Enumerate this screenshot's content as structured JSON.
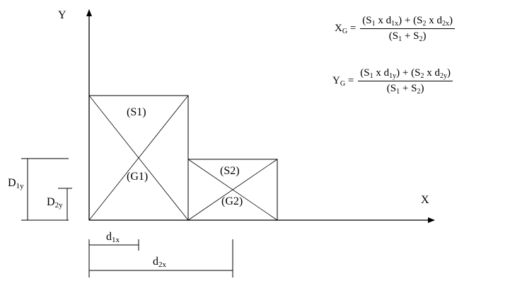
{
  "axes": {
    "x": "X",
    "y": "Y"
  },
  "areas": {
    "s1": "(S1)",
    "s2": "(S2)"
  },
  "centroids": {
    "g1": "(G1)",
    "g2": "(G2)"
  },
  "dimensions": {
    "d1x": {
      "base": "d",
      "sub": "1x"
    },
    "d2x": {
      "base": "d",
      "sub": "2x"
    },
    "d1y": {
      "base": "D",
      "sub": "1y"
    },
    "d2y": {
      "base": "D",
      "sub": "2y"
    }
  },
  "formulas": {
    "xg": {
      "lhs_base": "X",
      "lhs_sub": "G",
      "eq": "=",
      "num": {
        "p1": "(S",
        "s1": "1",
        "p2": " x d",
        "s2": "1x",
        "p3": ") + (S",
        "s3": "2",
        "p4": " x d",
        "s4": "2x",
        "p5": ")"
      },
      "den": {
        "p1": "(S",
        "s1": "1",
        "p2": " + S",
        "s2": "2",
        "p3": ")"
      }
    },
    "yg": {
      "lhs_base": "Y",
      "lhs_sub": "G",
      "eq": "=",
      "num": {
        "p1": "(S",
        "s1": "1",
        "p2": " x d",
        "s2": "1y",
        "p3": ") + (S",
        "s3": "2",
        "p4": " x d",
        "s4": "2y",
        "p5": ")"
      },
      "den": {
        "p1": "(S",
        "s1": "1",
        "p2": " + S",
        "s2": "2",
        "p3": ")"
      }
    }
  }
}
